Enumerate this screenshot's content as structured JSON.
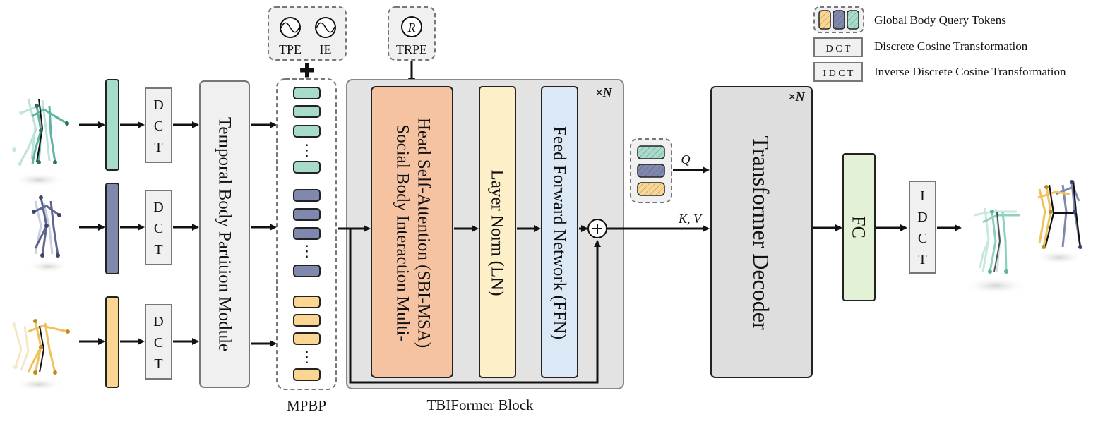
{
  "colors": {
    "teal": "#a7dccc",
    "purple": "#8089ad",
    "yellow": "#fbd692",
    "sbi_fill": "#f6c3a2",
    "ln_fill": "#fdf0c9",
    "ffn_fill": "#dbe8f6",
    "block_bg": "#e3e3e3",
    "decoder_fill": "#dedede",
    "fc_fill": "#e3f1d6",
    "box_gray": "#f0f0f0"
  },
  "labels": {
    "dct": "D C T",
    "idct": "I D C T",
    "temporal": "Temporal Body Partition Module",
    "tpe": "TPE",
    "ie": "IE",
    "trpe": "TRPE",
    "r_symbol": "R",
    "plus_symbol": "✚",
    "sbi_line1": "Social Body Interaction Multi-",
    "sbi_line2": "Head Self-Attention (SBI-MSA)",
    "ln": "Layer Norm (LN)",
    "ffn": "Feed Forward Network (FFN)",
    "xn_block": "×N",
    "xn_decoder": "×N",
    "decoder": "Transformer Decoder",
    "fc": "FC",
    "q": "Q",
    "kv": "K, V",
    "mpbp": "MPBP",
    "tbiformer": "TBIFormer Block",
    "dots": "⋮"
  },
  "legend": [
    {
      "icon": "query-tokens-icon",
      "text": "Global Body Query Tokens"
    },
    {
      "icon": "dct-icon",
      "box_text": "D C T",
      "text": "Discrete Cosine Transformation"
    },
    {
      "icon": "idct-icon",
      "box_text": "I D C T",
      "text": "Inverse Discrete Cosine Transformation"
    }
  ]
}
